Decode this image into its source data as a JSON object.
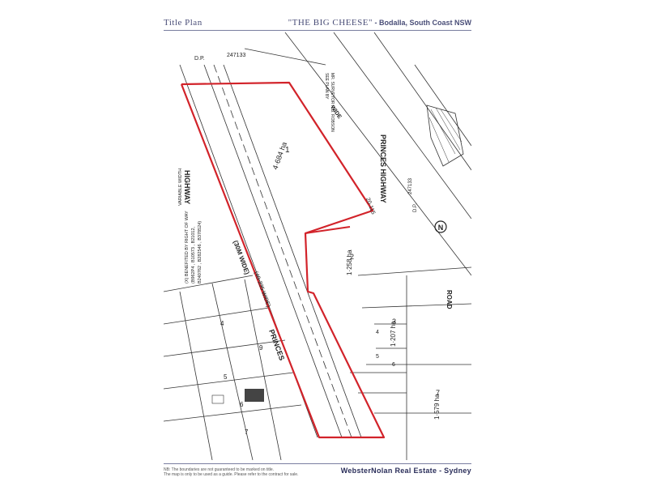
{
  "header": {
    "left_title": "Title Plan",
    "right_title": "\"THE BIG CHEESE\"",
    "right_subtitle": " - Bodalla, South Coast NSW"
  },
  "plan": {
    "dp_label": "D.P.",
    "dp_number": "247133",
    "lot1_number": "1",
    "lot1_area": "4·684 ha",
    "lot2_number": "2",
    "lot2_area": "1·258 ha",
    "lot3_number": "3",
    "lot3_area": "1·207 ha",
    "lot7_number": "7",
    "lot7_area": "1·579 ha",
    "lot_small_a": "4",
    "lot_small_b": "5",
    "lot_small_c": "6",
    "lot_sw_a": "4",
    "lot_sw_b": "5",
    "lot_sw_c": "6",
    "lot_sw_d": "7",
    "lot_sw_9": "9",
    "highway_left": "HIGHWAY",
    "highway_left_2": "PRINCES",
    "highway_right": "PRINCES HIGHWAY",
    "road_width": "(30M WIDE)",
    "road_width_2": "(40·235 WIDE)",
    "road_label": "ROAD",
    "wide_label": "WIDE",
    "width_dim": "20·115",
    "row_note_1": "(X) BENEFITED BY RIGHT OF WAY",
    "row_note_2": "(B962P4 , B10573 , B21012,",
    "row_note_3": "B240762 , B282546 , B378524)",
    "row_note_4": "VARIABLE WIDTH",
    "dp_right_label": "D.P.",
    "dp_right_number": "247133",
    "see_plan": "SEE PLAN BY",
    "surveyor": "MR. SURVEYOR R.B. ROBSON",
    "north_symbol": "N",
    "colors": {
      "boundary": "#d2232a",
      "text": "#2a2e5a"
    }
  },
  "footer": {
    "disclaimer_1": "NB: The boundaries are not guaranteed to be marked on title.",
    "disclaimer_2": "The map is only to be used as a guide. Please refer to the contract for sale.",
    "agency": "WebsterNolan Real Estate - Sydney"
  }
}
